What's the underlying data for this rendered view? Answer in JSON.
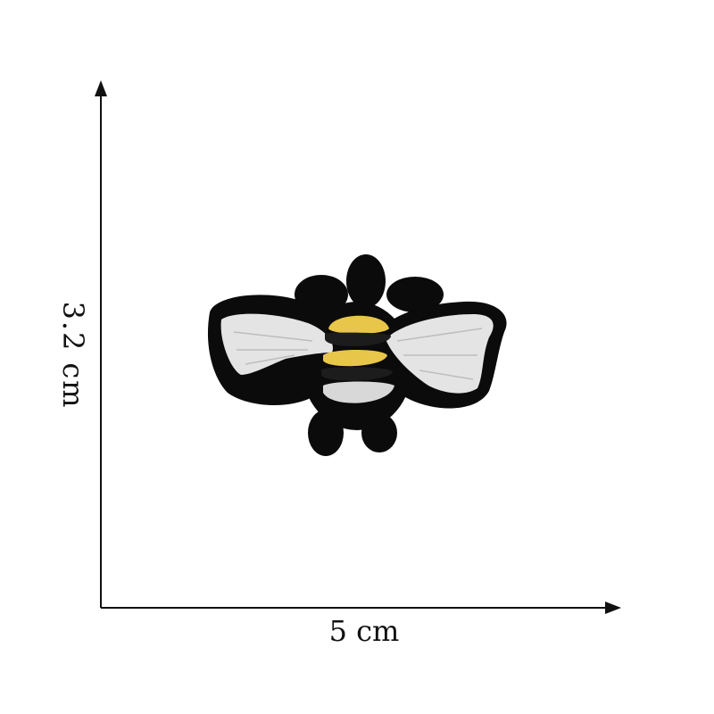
{
  "dimensions": {
    "width_label": "5 cm",
    "height_label": "3.2 cm"
  },
  "product": {
    "icon": "bee-embroidered-patch"
  },
  "colors": {
    "background": "#ffffff",
    "axis": "#111111",
    "patch_border": "#0b0b0b",
    "wing": "#e4e4e4",
    "stripe_yellow": "#e8c64a",
    "body_dark": "#1c1c1c",
    "body_light": "#d8d8d8"
  }
}
